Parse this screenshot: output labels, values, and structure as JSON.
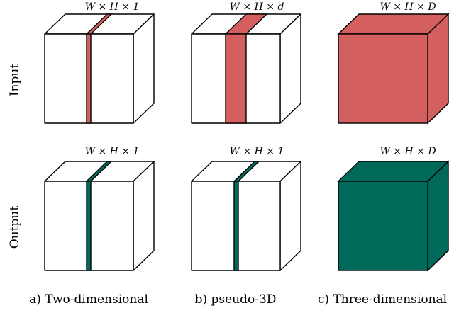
{
  "colors": {
    "input": "#d45f5f",
    "output": "#00695a",
    "edge": "#000000",
    "face": "#ffffff"
  },
  "row_labels": [
    "Input",
    "Output"
  ],
  "captions": [
    "a) Two-dimensional",
    "b) pseudo-3D",
    "c) Three-dimensional"
  ],
  "cubes": [
    {
      "row": "input",
      "column": "a",
      "dims": "W × H × 1",
      "fill": "thin-slice"
    },
    {
      "row": "input",
      "column": "b",
      "dims": "W × H × d",
      "fill": "thick-slab"
    },
    {
      "row": "input",
      "column": "c",
      "dims": "W × H × D",
      "fill": "full-volume"
    },
    {
      "row": "output",
      "column": "a",
      "dims": "W × H × 1",
      "fill": "thin-slice"
    },
    {
      "row": "output",
      "column": "b",
      "dims": "W × H × 1",
      "fill": "thin-slice"
    },
    {
      "row": "output",
      "column": "c",
      "dims": "W × H × D",
      "fill": "full-volume"
    }
  ]
}
